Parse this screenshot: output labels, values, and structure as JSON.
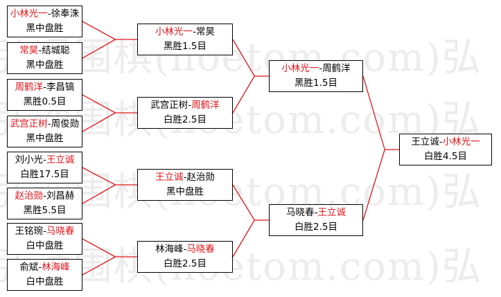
{
  "watermark": "弘通围棋(hoetom.com)弘",
  "colors": {
    "winner": "#e0141a",
    "line": "#e0141a",
    "border": "#000000",
    "text": "#000000"
  },
  "rounds": [
    {
      "matches": [
        {
          "p1": "小林光一",
          "sep": "-",
          "p2": "徐奉洙",
          "winner": 1,
          "result": "黑中盘胜"
        },
        {
          "p1": "常昊",
          "sep": "-",
          "p2": "结城聪",
          "winner": 1,
          "result": "黑中盘胜"
        },
        {
          "p1": "周鹤洋",
          "sep": "-",
          "p2": "李昌镐",
          "winner": 1,
          "result": "黑胜0.5目"
        },
        {
          "p1": "武宫正树",
          "sep": "-",
          "p2": "周俊勋",
          "winner": 1,
          "result": "黑中盘胜"
        },
        {
          "p1": "刘小光",
          "sep": "-",
          "p2": "王立诚",
          "winner": 2,
          "result": "白胜17.5目"
        },
        {
          "p1": "赵治勋",
          "sep": "-",
          "p2": "刘昌赫",
          "winner": 1,
          "result": "黑胜5.5目"
        },
        {
          "p1": "王铭琬",
          "sep": "-",
          "p2": "马晓春",
          "winner": 2,
          "result": "白中盘胜"
        },
        {
          "p1": "俞斌",
          "sep": "-",
          "p2": "林海峰",
          "winner": 2,
          "result": "白中盘胜"
        }
      ]
    },
    {
      "matches": [
        {
          "p1": "小林光一",
          "sep": "-",
          "p2": "常昊",
          "winner": 1,
          "result": "黑胜1.5目"
        },
        {
          "p1": "武宫正树",
          "sep": "-",
          "p2": "周鹤洋",
          "winner": 2,
          "result": "白胜2.5目"
        },
        {
          "p1": "王立诚",
          "sep": "-",
          "p2": "赵治勋",
          "winner": 1,
          "result": "黑中盘胜"
        },
        {
          "p1": "林海峰",
          "sep": "-",
          "p2": "马晓春",
          "winner": 2,
          "result": "白胜2.5目"
        }
      ]
    },
    {
      "matches": [
        {
          "p1": "小林光一",
          "sep": "-",
          "p2": "周鹤洋",
          "winner": 1,
          "result": "黑胜1.5目"
        },
        {
          "p1": "马晓春",
          "sep": "-",
          "p2": "王立诚",
          "winner": 2,
          "result": "白胜2.5目"
        }
      ]
    },
    {
      "matches": [
        {
          "p1": "王立诚",
          "sep": "-",
          "p2": "小林光一",
          "winner": 2,
          "result": "白胜4.5目"
        }
      ]
    }
  ]
}
